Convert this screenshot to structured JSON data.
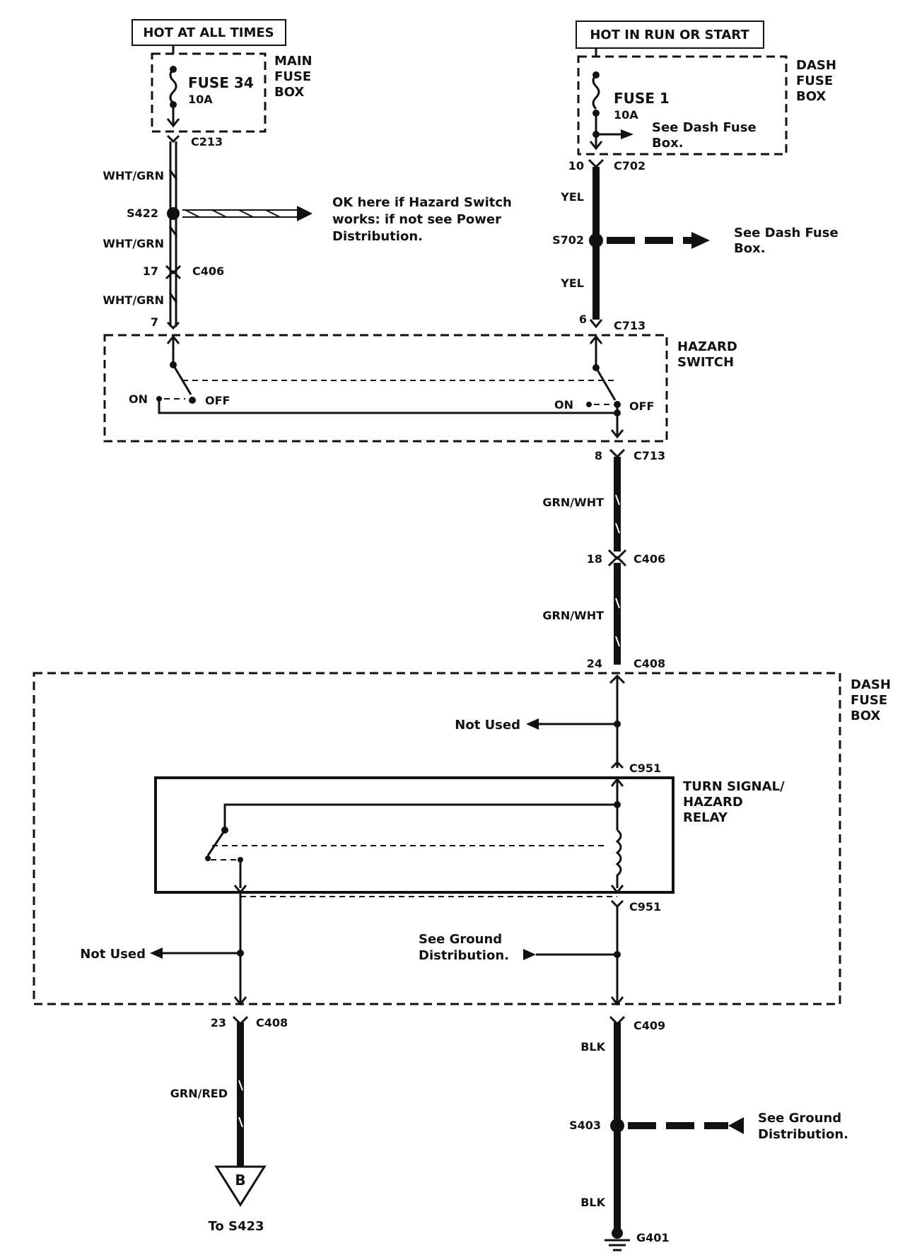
{
  "power": {
    "hot_at_all_times": "HOT AT ALL TIMES",
    "hot_in_run_or_start": "HOT IN RUN OR START"
  },
  "main_fuse_box": {
    "label_line1": "MAIN",
    "label_line2": "FUSE",
    "label_line3": "BOX",
    "fuse_name": "FUSE 34",
    "fuse_rating": "10A"
  },
  "dash_fuse_box_top": {
    "label_line1": "DASH",
    "label_line2": "FUSE",
    "label_line3": "BOX",
    "fuse_name": "FUSE 1",
    "fuse_rating": "10A",
    "note_line1": "See Dash Fuse",
    "note_line2": "Box."
  },
  "left_circuit": {
    "c213": "C213",
    "wire1": "WHT/GRN",
    "s422": "S422",
    "s422_note_line1": "OK here if Hazard Switch",
    "s422_note_line2": "works: if not see Power",
    "s422_note_line3": "Distribution.",
    "wire2": "WHT/GRN",
    "c406_pin": "17",
    "c406": "C406",
    "wire3": "WHT/GRN",
    "switch_pin": "7"
  },
  "right_circuit": {
    "c702_pin": "10",
    "c702": "C702",
    "wire1": "YEL",
    "s702": "S702",
    "s702_note_line1": "See Dash Fuse",
    "s702_note_line2": "Box.",
    "wire2": "YEL",
    "c713_pin_in": "6",
    "c713_in": "C713"
  },
  "hazard_switch": {
    "label_line1": "HAZARD",
    "label_line2": "SWITCH",
    "left_on": "ON",
    "left_off": "OFF",
    "right_on": "ON",
    "right_off": "OFF"
  },
  "middle_circuit": {
    "c713_pin_out": "8",
    "c713_out": "C713",
    "wire1": "GRN/WHT",
    "c406_pin": "18",
    "c406": "C406",
    "wire2": "GRN/WHT",
    "c408_pin": "24",
    "c408": "C408"
  },
  "dash_fuse_box_bottom": {
    "label_line1": "DASH",
    "label_line2": "FUSE",
    "label_line3": "BOX",
    "not_used_right": "Not Used",
    "c951_top": "C951",
    "relay_line1": "TURN SIGNAL/",
    "relay_line2": "HAZARD",
    "relay_line3": "RELAY",
    "c951_bottom": "C951",
    "not_used_left": "Not Used",
    "ground_note_line1": "See Ground",
    "ground_note_line2": "Distribution."
  },
  "bottom_left": {
    "c408_pin": "23",
    "c408": "C408",
    "wire": "GRN/RED",
    "terminal": "B",
    "to": "To S423"
  },
  "bottom_right": {
    "c409": "C409",
    "wire1": "BLK",
    "s403": "S403",
    "s403_note_line1": "See Ground",
    "s403_note_line2": "Distribution.",
    "wire2": "BLK",
    "ground": "G401"
  }
}
